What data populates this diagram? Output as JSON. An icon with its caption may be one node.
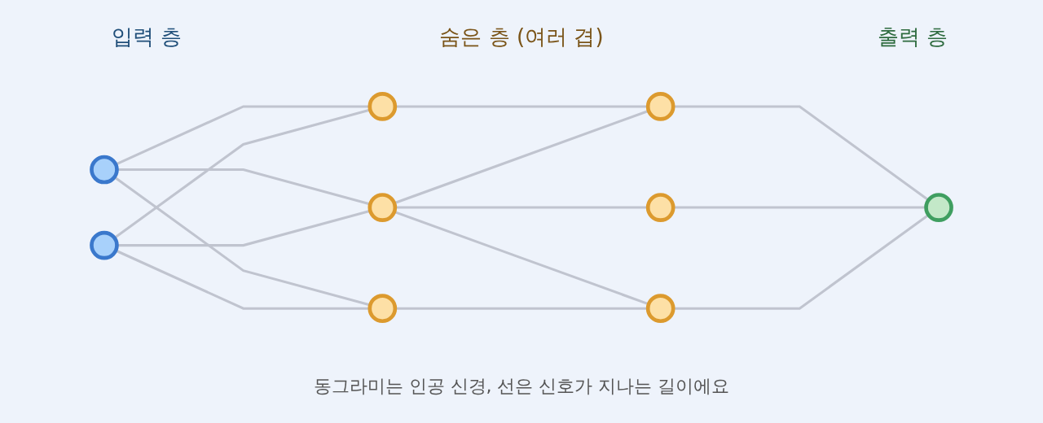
{
  "diagram": {
    "caption": "동그라미는 인공 신경, 선은 신호가 지나는 길이에요",
    "nodes": [
      {
        "text": [],
        "shape": "circle"
      },
      {
        "text": [],
        "shape": "circle"
      },
      {
        "text": [],
        "shape": "circle"
      },
      {
        "text": [],
        "shape": "circle"
      },
      {
        "text": [],
        "shape": "circle"
      },
      {
        "text": [],
        "shape": "circle"
      },
      {
        "text": [],
        "shape": "circle"
      },
      {
        "text": [],
        "shape": "circle"
      },
      {
        "text": [],
        "shape": "circle"
      }
    ],
    "edges": [
      {
        "from": 0,
        "to": 2,
        "arrow": "none"
      },
      {
        "from": 0,
        "to": 3,
        "arrow": "none"
      },
      {
        "from": 0,
        "to": 4,
        "arrow": "none"
      },
      {
        "from": 1,
        "to": 2,
        "arrow": "none"
      },
      {
        "from": 1,
        "to": 3,
        "arrow": "none"
      },
      {
        "from": 1,
        "to": 4,
        "arrow": "none"
      },
      {
        "from": 2,
        "to": 5,
        "arrow": "none"
      },
      {
        "from": 3,
        "to": 5,
        "arrow": "none"
      },
      {
        "from": 3,
        "to": 6,
        "arrow": "none"
      },
      {
        "from": 3,
        "to": 7,
        "arrow": "none"
      },
      {
        "from": 4,
        "to": 7,
        "arrow": "none"
      },
      {
        "from": 5,
        "to": 8,
        "arrow": "none"
      },
      {
        "from": 6,
        "to": 8,
        "arrow": "none"
      },
      {
        "from": 7,
        "to": 8,
        "arrow": "none"
      }
    ],
    "labels": [
      "입력 층",
      "숨은 층 (여러 겹)",
      "출력 층"
    ]
  }
}
